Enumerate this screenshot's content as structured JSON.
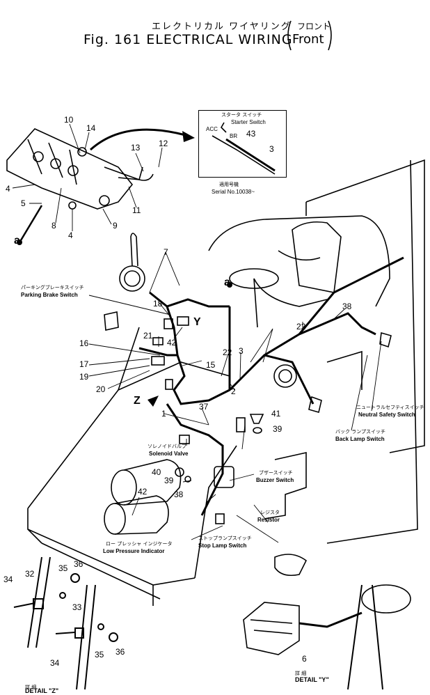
{
  "title": {
    "jp": "エレクトリカル ワイヤリング",
    "en": "Fig. 161   ELECTRICAL  WIRING",
    "paren_jp": "フロント",
    "paren_en": "Front"
  },
  "inset": {
    "starter_jp": "スタータ スイッチ",
    "starter_en": "Starter Switch",
    "acc": "ACC",
    "br": "BR",
    "serial_jp": "適用号機",
    "serial_en": "Serial No.10038~"
  },
  "labels": {
    "parking_jp": "パーキングブレーキスイッチ",
    "parking_en": "Parking Brake Switch",
    "neutral_jp": "ニュートラルセフティスイッチ",
    "neutral_en": "Neutral Safety Switch",
    "back_jp": "バック ランプスイッチ",
    "back_en": "Back Lamp Switch",
    "solenoid_jp": "ソレノイドバルブ",
    "solenoid_en": "Solenoid Valve",
    "buzzer_jp": "ブザースイッチ",
    "buzzer_en": "Buzzer Switch",
    "resistor_jp": "レジスタ",
    "resistor_en": "Resistor",
    "stop_jp": "ストップランプスイッチ",
    "stop_en": "Stop Lamp Switch",
    "lowp_jp": "ロー プレッシャ インジケータ",
    "lowp_en": "Low Pressure Indicator"
  },
  "details": {
    "z_jp": "詳 細",
    "z_en": "DETAIL \"Z\"",
    "y_jp": "詳 細",
    "y_en": "DETAIL \"Y\""
  },
  "letters": {
    "a": "a",
    "y": "Y",
    "z": "Z"
  },
  "part_numbers": {
    "n10": "10",
    "n14": "14",
    "n13": "13",
    "n12": "12",
    "n43": "43",
    "n3a": "3",
    "n4a": "4",
    "n5": "5",
    "n8": "8",
    "n4b": "4",
    "n9": "9",
    "n11": "11",
    "n7": "7",
    "n18": "18",
    "n21": "21",
    "n42a": "42",
    "n16": "16",
    "n17": "17",
    "n19": "19",
    "n20": "20",
    "n15": "15",
    "n22a": "22",
    "n3b": "3",
    "n2": "2",
    "n22b": "22",
    "n38a": "38",
    "n37": "37",
    "n1": "1",
    "n41": "41",
    "n39a": "39",
    "n40": "40",
    "n39b": "39",
    "n38b": "38",
    "n42b": "42",
    "n34a": "34",
    "n32": "32",
    "n35a": "35",
    "n36a": "36",
    "n33": "33",
    "n34b": "34",
    "n35b": "35",
    "n36b": "36",
    "n6": "6"
  }
}
